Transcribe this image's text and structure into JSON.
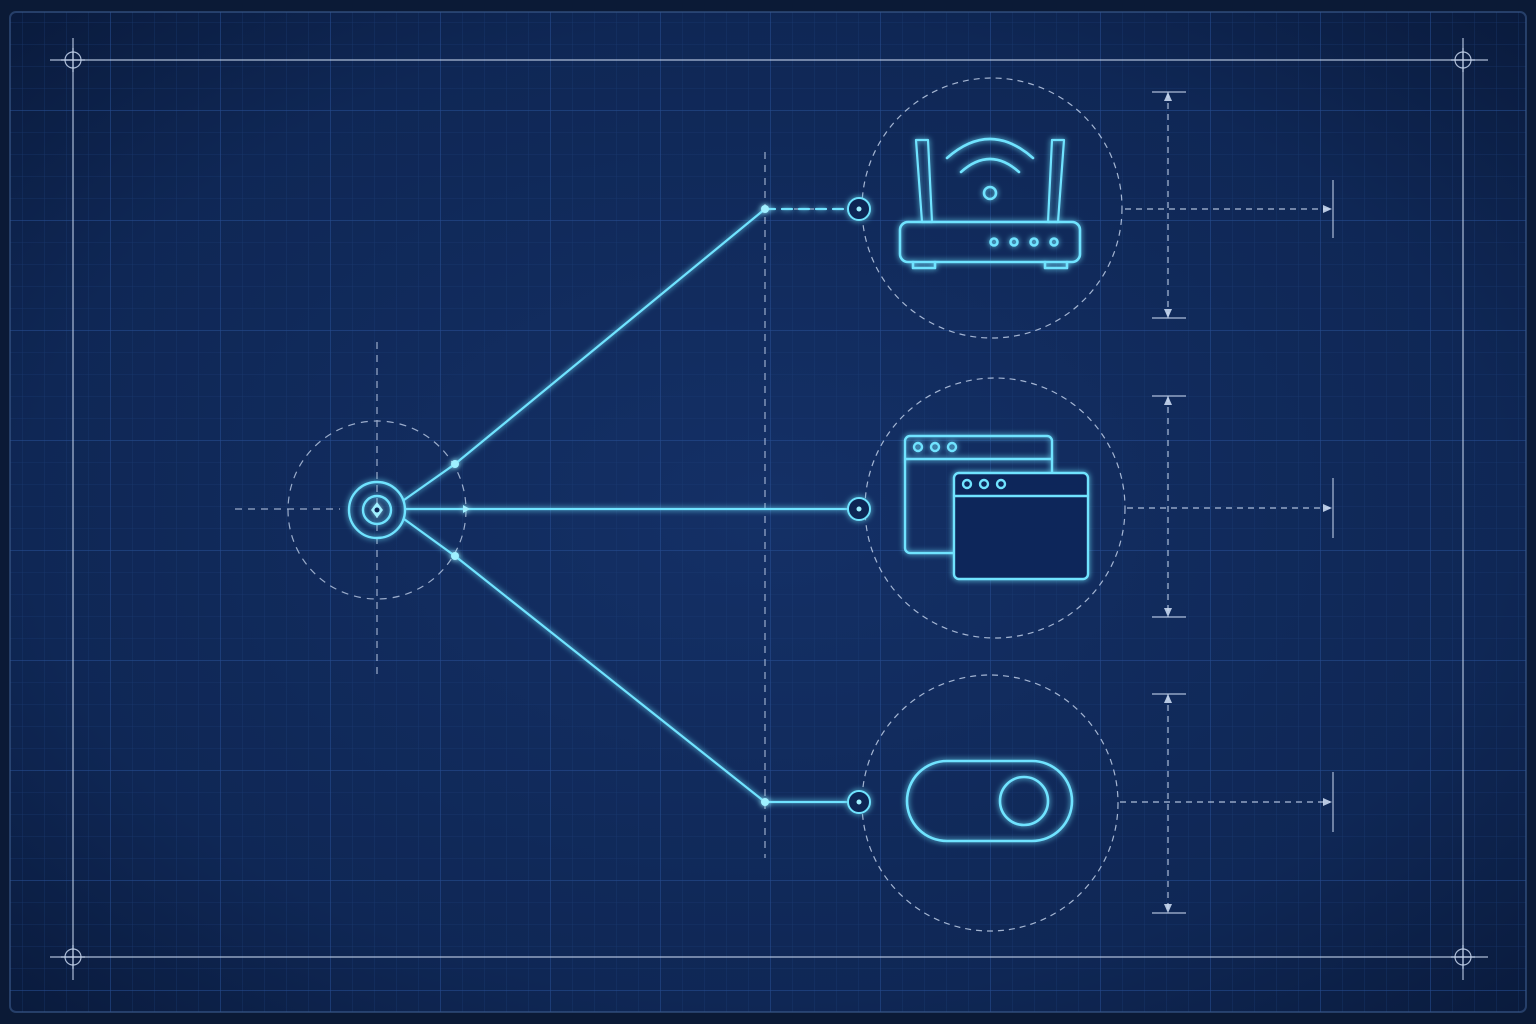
{
  "diagram": {
    "kind": "hub-and-spoke",
    "background": "blueprint-grid",
    "hub": {
      "icon": "target-node-icon"
    },
    "nodes": [
      {
        "id": "network",
        "icon": "wifi-router-icon"
      },
      {
        "id": "windows",
        "icon": "app-windows-icon"
      },
      {
        "id": "toggle",
        "icon": "toggle-switch-icon"
      }
    ]
  },
  "colors": {
    "background": "#0c2552",
    "grid_minor": "#1d3f7a",
    "grid_major": "#285096",
    "line_dim": "#c9d8f0",
    "line_glow": "#6fe3ff",
    "accent": "#9ff0ff"
  }
}
